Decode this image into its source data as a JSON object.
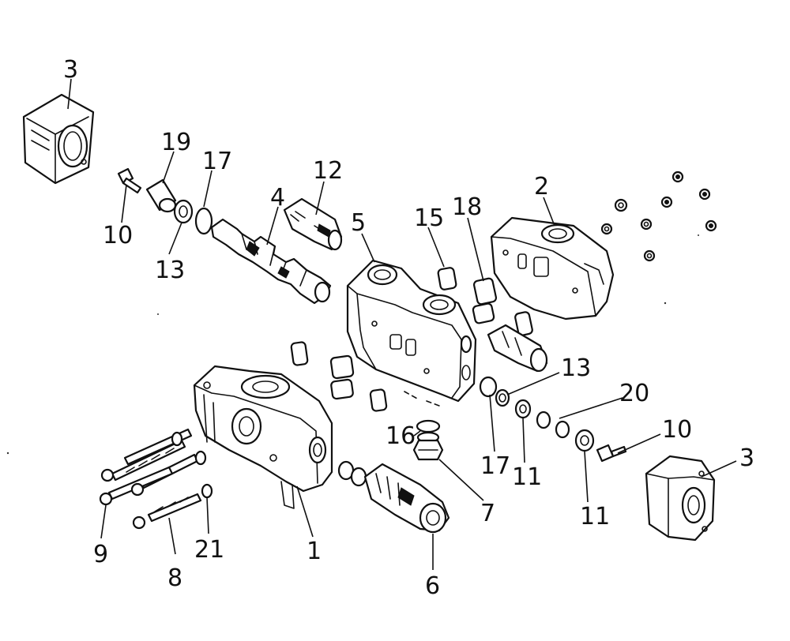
{
  "callouts": [
    {
      "id": "c3a",
      "text": "3"
    },
    {
      "id": "c19",
      "text": "19"
    },
    {
      "id": "c17a",
      "text": "17"
    },
    {
      "id": "c12",
      "text": "12"
    },
    {
      "id": "c4",
      "text": "4"
    },
    {
      "id": "c10a",
      "text": "10"
    },
    {
      "id": "c13a",
      "text": "13"
    },
    {
      "id": "c5",
      "text": "5"
    },
    {
      "id": "c15",
      "text": "15"
    },
    {
      "id": "c18",
      "text": "18"
    },
    {
      "id": "c2",
      "text": "2"
    },
    {
      "id": "c13b",
      "text": "13"
    },
    {
      "id": "c20",
      "text": "20"
    },
    {
      "id": "c10b",
      "text": "10"
    },
    {
      "id": "c16",
      "text": "16"
    },
    {
      "id": "c17b",
      "text": "17"
    },
    {
      "id": "c11a",
      "text": "11"
    },
    {
      "id": "c11b",
      "text": "11"
    },
    {
      "id": "c3b",
      "text": "3"
    },
    {
      "id": "c7",
      "text": "7"
    },
    {
      "id": "c9",
      "text": "9"
    },
    {
      "id": "c8",
      "text": "8"
    },
    {
      "id": "c21",
      "text": "21"
    },
    {
      "id": "c1",
      "text": "1"
    },
    {
      "id": "c6",
      "text": "6"
    }
  ]
}
